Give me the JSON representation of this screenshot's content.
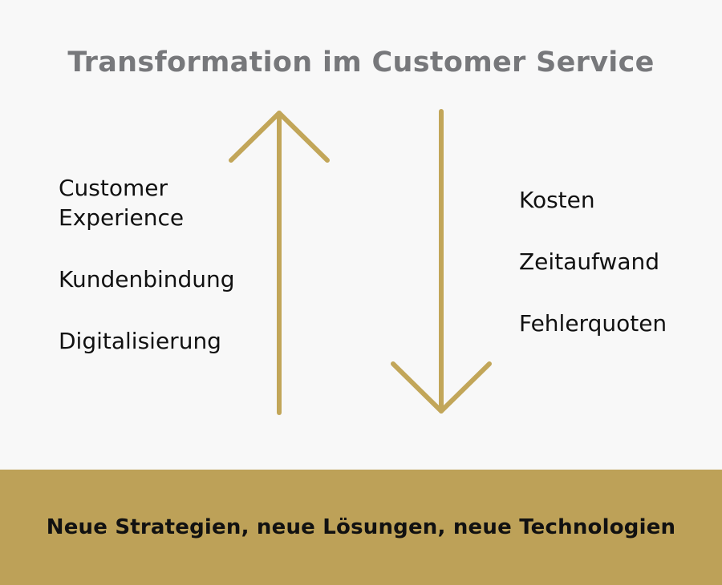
{
  "title": "Transformation im Customer Service",
  "increase": {
    "items": [
      "Customer Experience",
      "Kundenbindung",
      "Digitalisierung"
    ]
  },
  "decrease": {
    "items": [
      "Kosten",
      "Zeitaufwand",
      "Fehlerquoten"
    ]
  },
  "footer": {
    "text": "Neue Strategien, neue Lösungen, neue Technologien"
  },
  "colors": {
    "background": "#f8f8f8",
    "accent": "#bda158",
    "arrow": "#c2a659",
    "title": "#77787b",
    "text": "#111111"
  }
}
